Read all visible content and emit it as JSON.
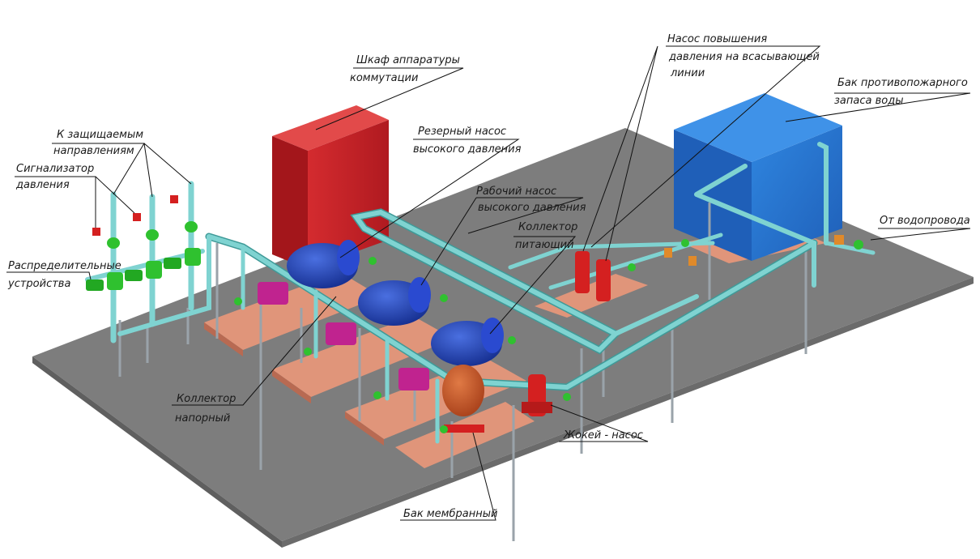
{
  "diagram": {
    "labels": {
      "to_protected": [
        "К защищаемым",
        "направлениям"
      ],
      "pressure_signal": [
        "Сигнализатор",
        "давления"
      ],
      "distribution": [
        "Распределительные",
        "устройства"
      ],
      "cabinet": [
        "Шкаф аппаратуры",
        "коммутации"
      ],
      "reserve_pump": [
        "Резерный насос",
        "высокого давления"
      ],
      "work_pump": [
        "Рабочий насос",
        "высокого давления"
      ],
      "supply_collector": [
        "Коллектор",
        "питающий"
      ],
      "booster_pump": [
        "Насос повышения",
        "давления на всасывающей",
        "линии"
      ],
      "fire_tank": [
        "Бак противопожарного",
        "запаса воды"
      ],
      "from_water": [
        "От водопровода"
      ],
      "pressure_collector": [
        "Коллектор",
        "напорный"
      ],
      "jockey": [
        "Жокей - насос"
      ],
      "membrane_tank": [
        "Бак мембранный"
      ]
    },
    "colors": {
      "floor": "#7d7d7d",
      "pipe": "#7fd3d1",
      "cabinet": "#c8232b",
      "tank": "#2a73c8",
      "motor": "#1f3fb0",
      "pump_head": "#c0238f",
      "valve": "#2fc12f",
      "red_pump": "#d42020",
      "base": "#e0957a",
      "membrane": "#c85a2a"
    }
  }
}
